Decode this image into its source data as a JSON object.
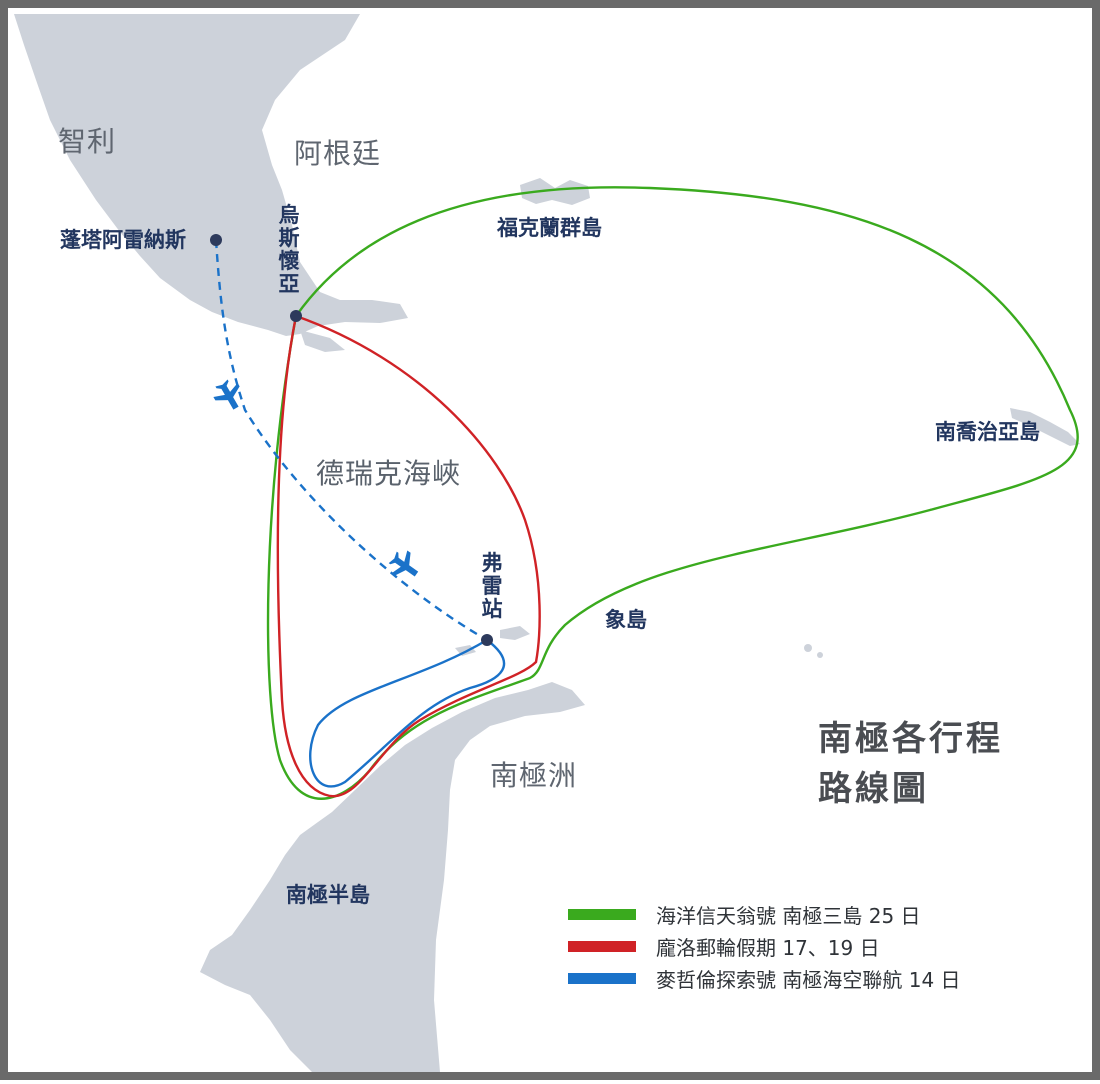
{
  "map": {
    "title_lines": [
      "南極各行程",
      "路線圖"
    ],
    "countries": {
      "chile": "智利",
      "argentina": "阿根廷"
    },
    "places": {
      "punta_arenas": "蓬塔阿雷納斯",
      "ushuaia": "烏斯懷亞",
      "falklands": "福克蘭群島",
      "south_georgia": "南喬治亞島",
      "drake_passage": "德瑞克海峽",
      "frei_station": "弗雷站",
      "elephant_island": "象島",
      "antarctica": "南極洲",
      "antarctic_peninsula": "南極半島"
    },
    "colors": {
      "land": "#cdd2da",
      "frame": "#6a6a6a",
      "route_green": "#3aaa1e",
      "route_red": "#d02226",
      "route_blue": "#1a72c9",
      "flight": "#1a72c9",
      "marker": "#2d3a5c"
    },
    "legend": [
      {
        "label": "海洋信天翁號 南極三島 25 日",
        "color": "#3aaa1e"
      },
      {
        "label": "龐洛郵輪假期 17、19 日",
        "color": "#d02226"
      },
      {
        "label": "麥哲倫探索號 南極海空聯航 14 日",
        "color": "#1a72c9"
      }
    ]
  }
}
